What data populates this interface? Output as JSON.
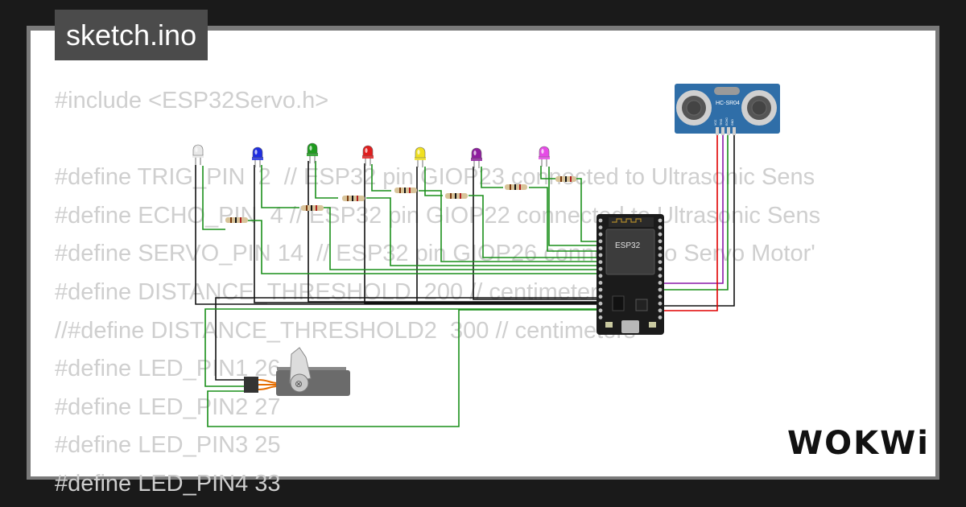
{
  "tab": {
    "title": "sketch.ino"
  },
  "code_lines": [
    "#include <ESP32Servo.h>",
    "",
    "#define TRIG_PIN  2  // ESP32 pin GIOP23 connected to Ultrasonic Sens",
    "#define ECHO_PIN  4 // ESP32 pin GIOP22 connected to Ultrasonic Sens",
    "#define SERVO_PIN 14  // ESP32 pin GIOP26 connected to Servo Motor'",
    "#define DISTANCE_THRESHOLD  200 // centimeters",
    "//#define DISTANCE_THRESHOLD2  300 // centimeters",
    "#define LED_PIN1 26",
    "#define LED_PIN2 27",
    "#define LED_PIN3 25",
    "#define LED_PIN4 33"
  ],
  "components": {
    "board_label": "ESP32",
    "sensor_label": "HC-SR04",
    "sensor_pins": [
      "VCC",
      "TRIG",
      "ECHO",
      "GND"
    ]
  },
  "leds": [
    {
      "color": "#e8e8e8"
    },
    {
      "color": "#1f2ee0"
    },
    {
      "color": "#1e9b1e"
    },
    {
      "color": "#e01e1e"
    },
    {
      "color": "#f0e020"
    },
    {
      "color": "#8e1e9e"
    },
    {
      "color": "#e64be6"
    }
  ],
  "brand": {
    "logo_text": "WOKWi"
  },
  "colors": {
    "wire_green": "#1a8f1a",
    "wire_black": "#111111",
    "wire_red": "#e00000",
    "wire_purple": "#8a1aa8",
    "code_text": "#cfcfcf",
    "tab_bg": "#4b4b4b"
  }
}
